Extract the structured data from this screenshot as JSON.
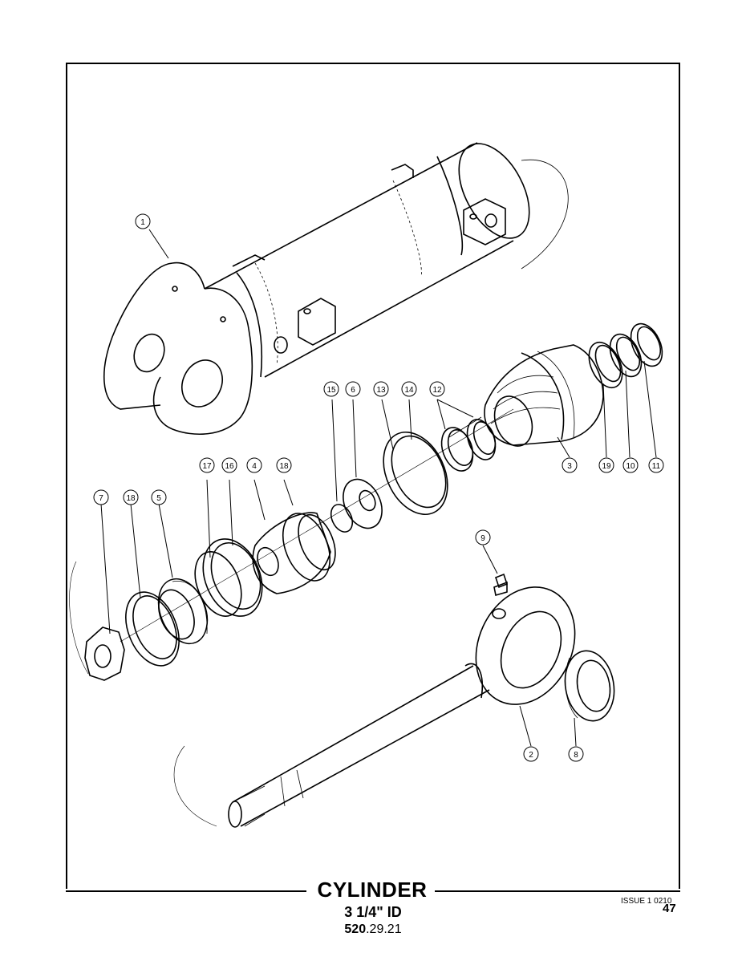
{
  "title": "CYLINDER",
  "subtitle": "3 1/4\" ID",
  "part_number": {
    "bold": "520",
    "rest": ".29.21"
  },
  "issue": "ISSUE 1 0210",
  "page_number": "47",
  "callouts": {
    "c1": "1",
    "c2": "2",
    "c3": "3",
    "c4": "4",
    "c5": "5",
    "c6": "6",
    "c7": "7",
    "c8": "8",
    "c9": "9",
    "c10": "10",
    "c11": "11",
    "c12": "12",
    "c13": "13",
    "c14": "14",
    "c15": "15",
    "c16": "16",
    "c17": "17",
    "c18a": "18",
    "c18b": "18",
    "c19": "19"
  }
}
